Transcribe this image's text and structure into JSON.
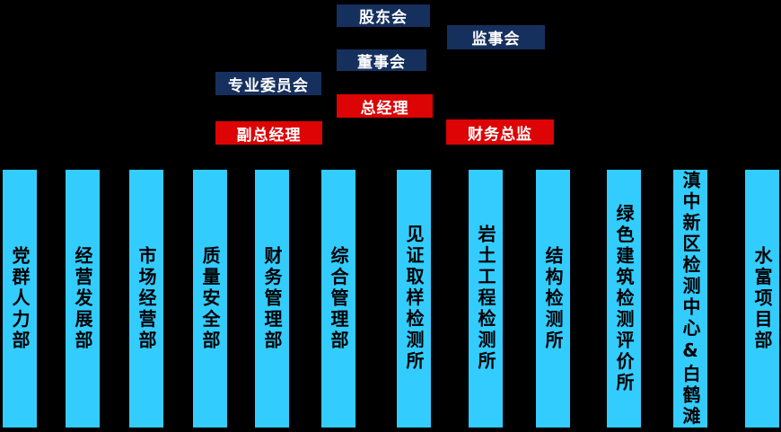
{
  "colors": {
    "background": "#000000",
    "navy": "#16305E",
    "red": "#DC0404",
    "cyan": "#33CCFF",
    "box_text": "#FFFFFF",
    "bar_text": "#000000"
  },
  "org": {
    "top_nodes": [
      {
        "label": "股东会",
        "color": "navy"
      },
      {
        "label": "监事会",
        "color": "navy"
      },
      {
        "label": "董事会",
        "color": "navy"
      },
      {
        "label": "专业委员会",
        "color": "navy"
      },
      {
        "label": "总经理",
        "color": "red"
      },
      {
        "label": "副总经理",
        "color": "red"
      },
      {
        "label": "财务总监",
        "color": "red"
      }
    ],
    "departments": [
      {
        "label": "党群人力部"
      },
      {
        "label": "经营发展部"
      },
      {
        "label": "市场经营部"
      },
      {
        "label": "质量安全部"
      },
      {
        "label": "财务管理部"
      },
      {
        "label": "综合管理部"
      },
      {
        "label": "见证取样检测所"
      },
      {
        "label": "岩土工程检测所"
      },
      {
        "label": "结构检测所"
      },
      {
        "label": "绿色建筑检测评价所"
      },
      {
        "label": "滇中新区检测中心&白鹤滩"
      },
      {
        "label": "水富项目部"
      }
    ]
  }
}
